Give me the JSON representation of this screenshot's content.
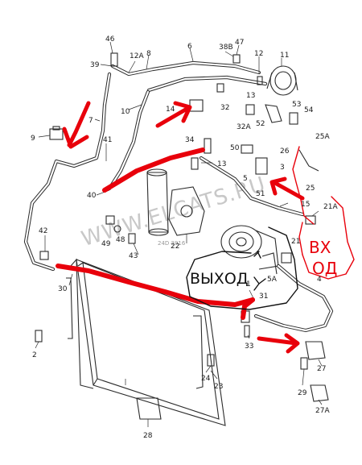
{
  "watermark": "WWW.ELCATS.RU",
  "drawing_code": "24D 2916",
  "annotations": {
    "outlet_word": "ВЫХОД",
    "inlet_top": "ВХ",
    "inlet_bottom": "ОД"
  },
  "part_labels": [
    {
      "id": "46",
      "text": "46"
    },
    {
      "id": "39",
      "text": "39"
    },
    {
      "id": "12A",
      "text": "12A"
    },
    {
      "id": "8",
      "text": "8"
    },
    {
      "id": "6",
      "text": "6"
    },
    {
      "id": "38B",
      "text": "38B"
    },
    {
      "id": "47",
      "text": "47"
    },
    {
      "id": "12",
      "text": "12"
    },
    {
      "id": "11",
      "text": "11"
    },
    {
      "id": "10",
      "text": "10"
    },
    {
      "id": "14",
      "text": "14"
    },
    {
      "id": "32",
      "text": "32"
    },
    {
      "id": "13a",
      "text": "13"
    },
    {
      "id": "53",
      "text": "53"
    },
    {
      "id": "54",
      "text": "54"
    },
    {
      "id": "7",
      "text": "7"
    },
    {
      "id": "52",
      "text": "52"
    },
    {
      "id": "32A",
      "text": "32A"
    },
    {
      "id": "9",
      "text": "9"
    },
    {
      "id": "41",
      "text": "41"
    },
    {
      "id": "34",
      "text": "34"
    },
    {
      "id": "25A",
      "text": "25A"
    },
    {
      "id": "50",
      "text": "50"
    },
    {
      "id": "13b",
      "text": "13"
    },
    {
      "id": "26",
      "text": "26"
    },
    {
      "id": "3",
      "text": "3"
    },
    {
      "id": "5",
      "text": "5"
    },
    {
      "id": "51",
      "text": "51"
    },
    {
      "id": "25",
      "text": "25"
    },
    {
      "id": "40",
      "text": "40"
    },
    {
      "id": "15",
      "text": "15"
    },
    {
      "id": "21A",
      "text": "21A"
    },
    {
      "id": "42",
      "text": "42"
    },
    {
      "id": "49",
      "text": "49"
    },
    {
      "id": "48",
      "text": "48"
    },
    {
      "id": "21",
      "text": "21"
    },
    {
      "id": "22",
      "text": "22"
    },
    {
      "id": "43",
      "text": "43"
    },
    {
      "id": "5A",
      "text": "5A"
    },
    {
      "id": "30",
      "text": "30"
    },
    {
      "id": "1",
      "text": "1"
    },
    {
      "id": "31",
      "text": "31"
    },
    {
      "id": "4",
      "text": "4"
    },
    {
      "id": "2",
      "text": "2"
    },
    {
      "id": "33",
      "text": "33"
    },
    {
      "id": "24",
      "text": "24"
    },
    {
      "id": "23",
      "text": "23"
    },
    {
      "id": "27",
      "text": "27"
    },
    {
      "id": "29",
      "text": "29"
    },
    {
      "id": "27A",
      "text": "27A"
    },
    {
      "id": "28",
      "text": "28"
    }
  ]
}
